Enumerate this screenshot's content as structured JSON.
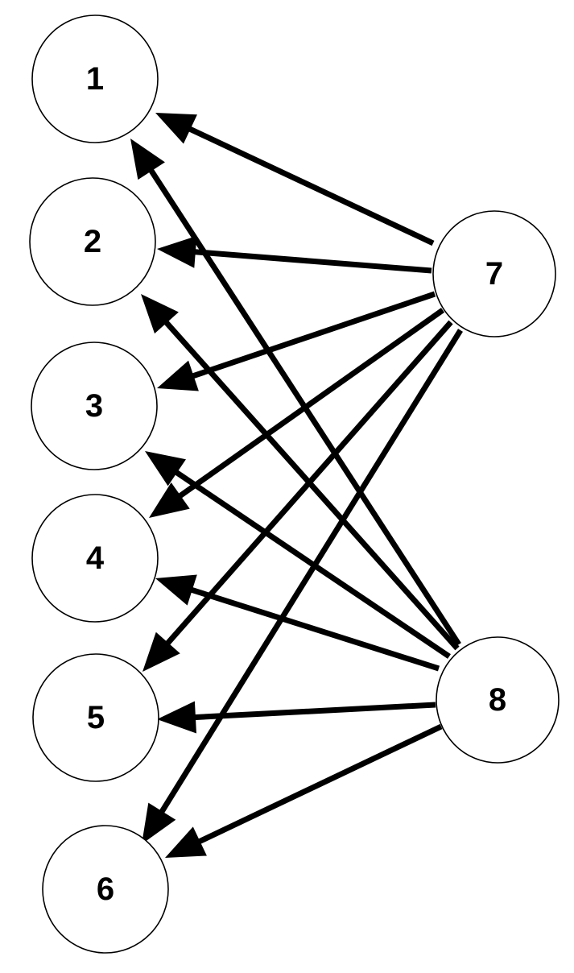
{
  "diagram": {
    "nodes": [
      {
        "id": "1",
        "label": "1"
      },
      {
        "id": "2",
        "label": "2"
      },
      {
        "id": "3",
        "label": "3"
      },
      {
        "id": "4",
        "label": "4"
      },
      {
        "id": "5",
        "label": "5"
      },
      {
        "id": "6",
        "label": "6"
      },
      {
        "id": "7",
        "label": "7"
      },
      {
        "id": "8",
        "label": "8"
      }
    ],
    "edges": [
      {
        "from": "7",
        "to": "1"
      },
      {
        "from": "7",
        "to": "2"
      },
      {
        "from": "7",
        "to": "3"
      },
      {
        "from": "7",
        "to": "4"
      },
      {
        "from": "7",
        "to": "5"
      },
      {
        "from": "7",
        "to": "6"
      },
      {
        "from": "8",
        "to": "1"
      },
      {
        "from": "8",
        "to": "2"
      },
      {
        "from": "8",
        "to": "3"
      },
      {
        "from": "8",
        "to": "4"
      },
      {
        "from": "8",
        "to": "5"
      },
      {
        "from": "8",
        "to": "6"
      }
    ],
    "colors": {
      "stroke": "#000000",
      "fill": "#ffffff",
      "background": "#ffffff"
    }
  }
}
